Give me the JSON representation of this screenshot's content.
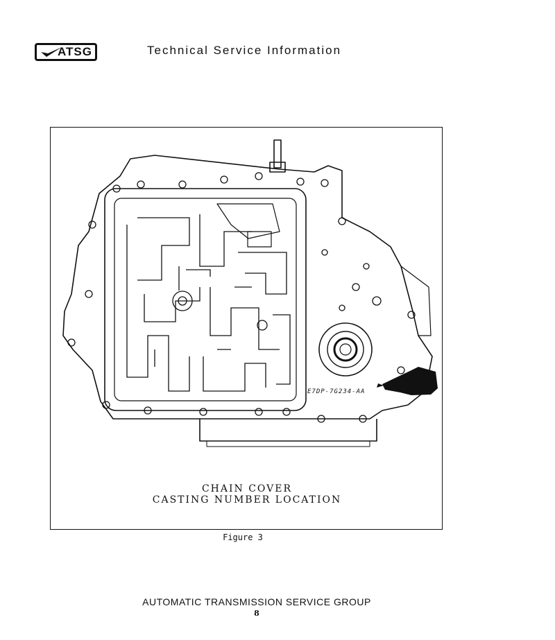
{
  "header": {
    "logo_text": "ATSG",
    "title": "Technical Service Information"
  },
  "figure": {
    "casting_number": "E7DP-7G234-AA",
    "caption_line_1": "CHAIN COVER",
    "caption_line_2": "CASTING NUMBER LOCATION",
    "label": "Figure 3"
  },
  "footer": {
    "organization": "AUTOMATIC TRANSMISSION SERVICE GROUP",
    "page_number": "8"
  },
  "colors": {
    "ink": "#111111",
    "paper": "#ffffff"
  }
}
